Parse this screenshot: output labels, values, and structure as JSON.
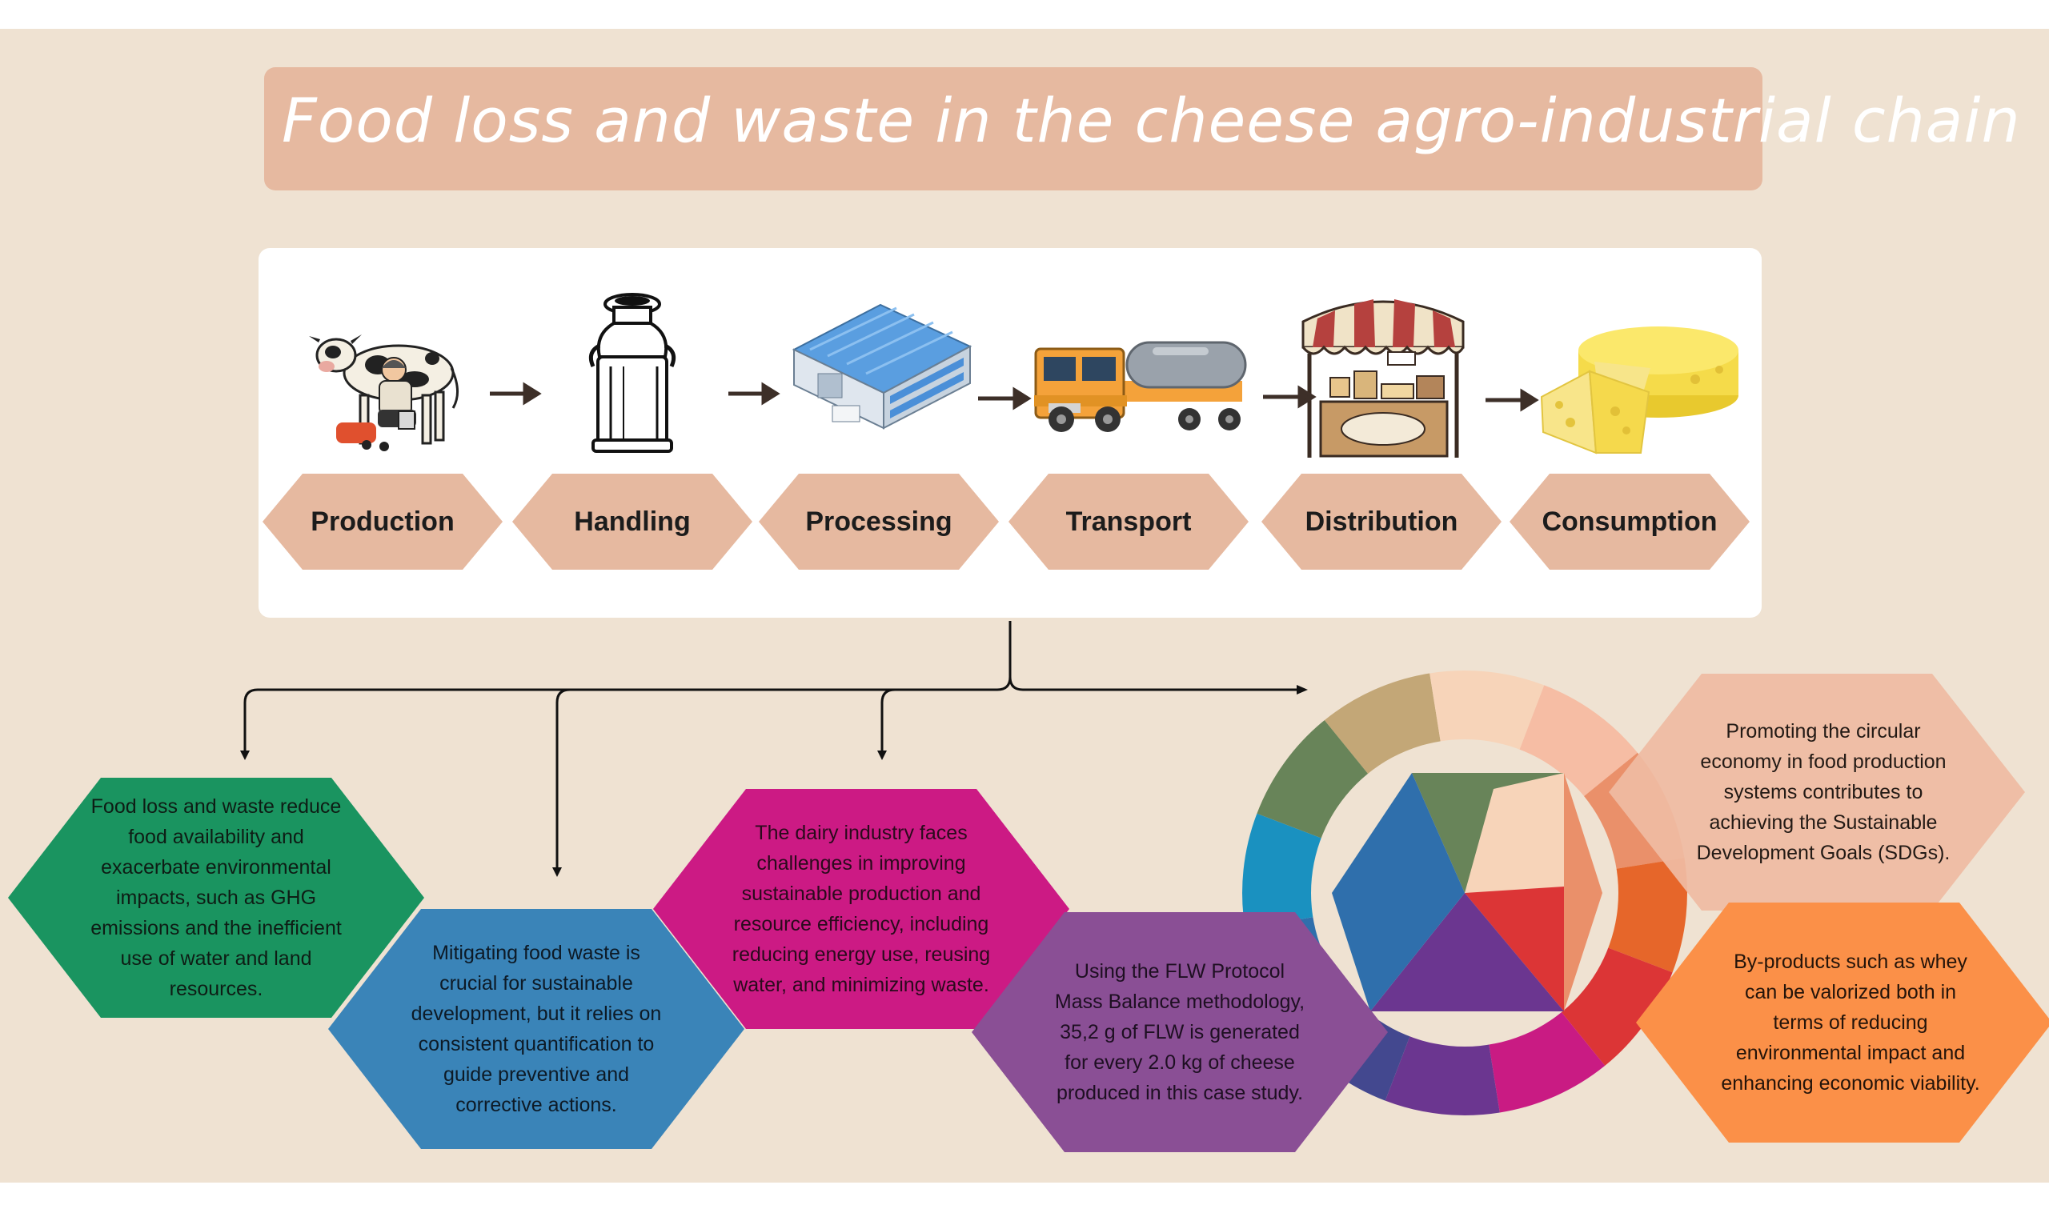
{
  "title": "Food loss and waste in the cheese agro-industrial chain",
  "stages": [
    {
      "label": "Production",
      "icon": "cow-milking-icon"
    },
    {
      "label": "Handling",
      "icon": "milk-can-icon"
    },
    {
      "label": "Processing",
      "icon": "factory-icon"
    },
    {
      "label": "Transport",
      "icon": "tanker-truck-icon"
    },
    {
      "label": "Distribution",
      "icon": "market-stall-icon"
    },
    {
      "label": "Consumption",
      "icon": "cheese-wheel-icon"
    }
  ],
  "findings": [
    {
      "text": "Food loss and waste reduce food availability and exacerbate environmental impacts, such as GHG emissions and the inefficient use of water and land resources.",
      "color": "#1a9460"
    },
    {
      "text": "Mitigating food waste is crucial for sustainable development, but it relies on consistent quantification to guide preventive and corrective actions.",
      "color": "#3a84b8"
    },
    {
      "text": "The dairy industry faces challenges in improving sustainable production and resource efficiency, including reducing energy use, reusing water, and minimizing waste.",
      "color": "#cc1a84"
    },
    {
      "text": "Using the FLW Protocol Mass Balance methodology, 35,2 g of FLW is generated for every 2.0 kg of cheese produced in this case study.",
      "color": "#8a4f95"
    },
    {
      "text": "Promoting the circular economy in food production systems contributes to achieving the Sustainable Development Goals (SDGs).",
      "color": "#efbba2"
    },
    {
      "text": "By-products such as whey can be valorized both in terms of reducing environmental impact and enhancing economic viability.",
      "color": "#fb9048"
    }
  ],
  "colors": {
    "background": "#efe2d2",
    "accent": "#e6b9a0",
    "arrow": "#3d2f28",
    "wheel": [
      "#c3a777",
      "#f7d4b9",
      "#f6bda4",
      "#ea906a",
      "#e6662a",
      "#dc3536",
      "#c91b83",
      "#6b3690",
      "#43488f",
      "#2f6fac",
      "#1a91c0",
      "#688459"
    ]
  }
}
